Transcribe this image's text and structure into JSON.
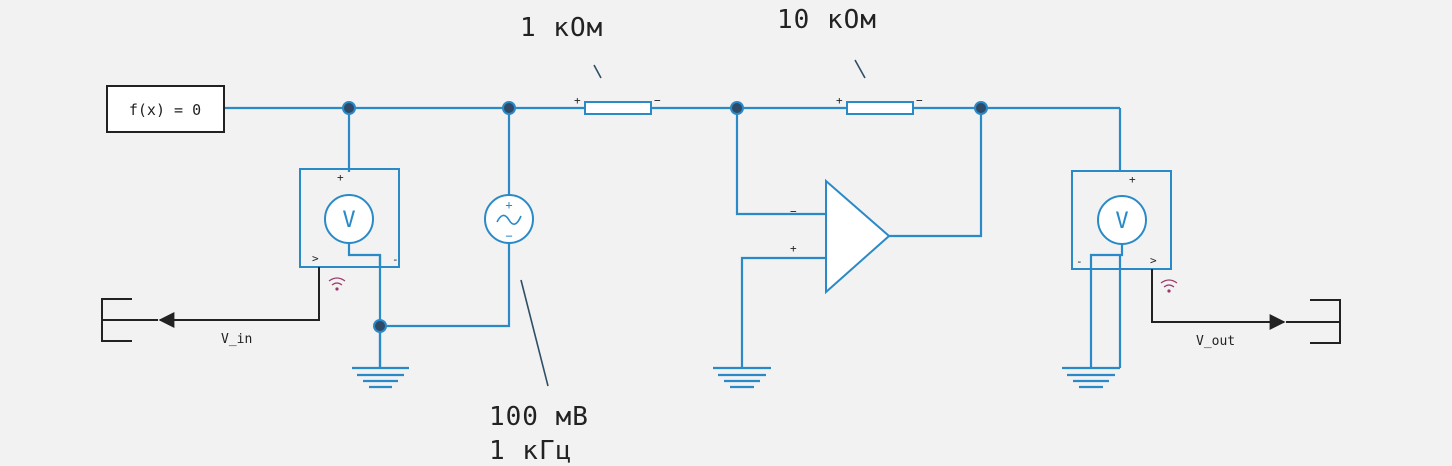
{
  "function_block": {
    "text": "f(x) = 0"
  },
  "resistor_1": {
    "value": "1 кОм",
    "plus": "+",
    "minus": "−"
  },
  "resistor_2": {
    "value": "10 кОм",
    "plus": "+",
    "minus": "−"
  },
  "source": {
    "amplitude": "100 мВ",
    "frequency": "1 кГц",
    "plus": "+",
    "minus": "−"
  },
  "opamp": {
    "minus": "−",
    "plus": "+"
  },
  "voltmeter_in": {
    "symbol": "V",
    "plus": "+",
    "minus": "-",
    "out": ">"
  },
  "voltmeter_out": {
    "symbol": "V",
    "plus": "+",
    "minus": "-",
    "out": ">"
  },
  "signal_in": {
    "label": "V_in"
  },
  "signal_out": {
    "label": "V_out"
  },
  "colors": {
    "wire": "#2a8ac8",
    "node": "#2f4a66",
    "sensor": "#9b3a6a",
    "background": "#f2f2f2"
  }
}
